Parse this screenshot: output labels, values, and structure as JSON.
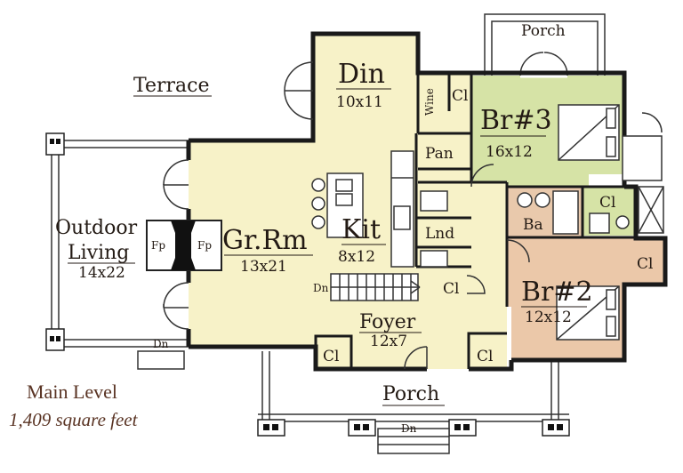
{
  "colors": {
    "main_floor": "#f7f2c8",
    "bedroom3": "#d6e3a6",
    "bedroom2": "#ebc8a9",
    "bath": "#e9c9ac",
    "wall": "#1a1a1a",
    "text": "#231a14"
  },
  "labels": {
    "terrace": "Terrace",
    "porch_top": "Porch",
    "din": "Din",
    "din_dim": "10x11",
    "wine": "Wine",
    "cl_wine": "Cl",
    "br3": "Br#3",
    "br3_dim": "16x12",
    "pan": "Pan",
    "outdoor_line1": "Outdoor",
    "outdoor_line2": "Living",
    "outdoor_dim": "14x22",
    "fp_left": "Fp",
    "fp_right": "Fp",
    "grrm": "Gr.Rm",
    "grrm_dim": "13x21",
    "kit": "Kit",
    "kit_dim": "8x12",
    "lnd": "Lnd",
    "cl_bath": "Cl",
    "ba": "Ba",
    "cl_br2": "Cl",
    "br2": "Br#2",
    "br2_dim": "12x12",
    "dn_stairs": "Dn",
    "cl_stairs": "Cl",
    "foyer": "Foyer",
    "foyer_dim": "12x7",
    "cl_foyer_left": "Cl",
    "cl_foyer_right": "Cl",
    "dn_outdoor": "Dn",
    "porch_bottom": "Porch",
    "dn_porch": "Dn"
  },
  "caption": {
    "title": "Main Level",
    "square_feet": "1,409 square feet"
  }
}
